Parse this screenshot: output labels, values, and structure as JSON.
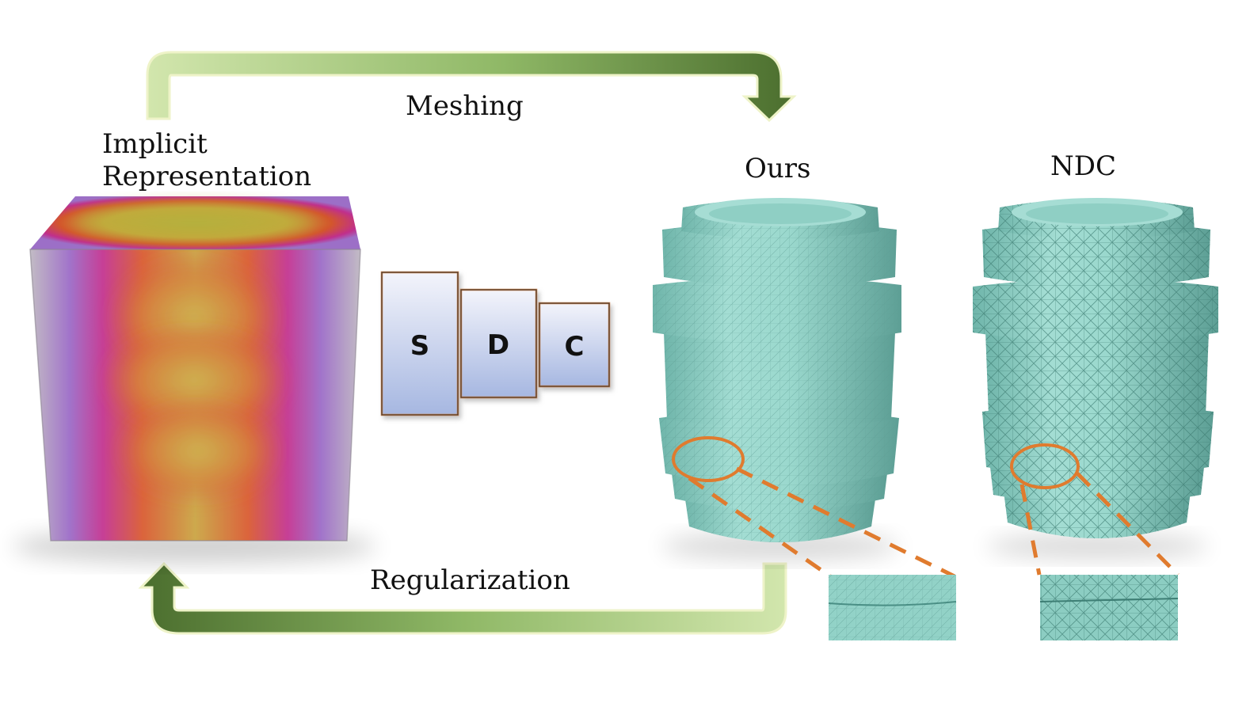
{
  "labels": {
    "meshing": "Meshing",
    "implicit_line1": "Implicit",
    "implicit_line2": "Representation",
    "ours": "Ours",
    "ndc": "NDC",
    "regularization": "Regularization"
  },
  "network_blocks": [
    "S",
    "D",
    "C"
  ],
  "colors": {
    "arrow_light": "#c9dfa0",
    "arrow_dark": "#4b6e2e",
    "mesh_fill": "#8fd3c8",
    "mesh_line": "#5fa69b",
    "highlight": "#e07b2e",
    "block_top": "#eef0fa",
    "block_bottom": "#a9b9e3",
    "block_border": "#c97c45"
  }
}
